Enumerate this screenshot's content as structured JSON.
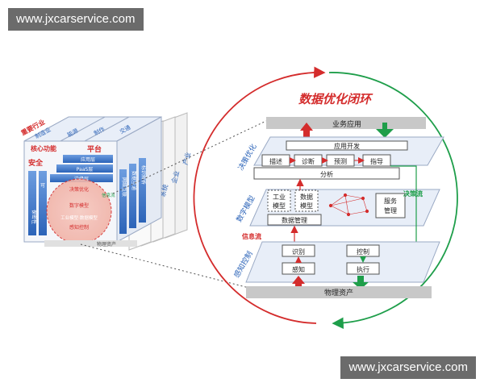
{
  "watermark": "www.jxcarservice.com",
  "left": {
    "top_labels": [
      "重要行业",
      "制造业",
      "能源",
      "制作",
      "交通"
    ],
    "core_label": "核心功能",
    "platform": "平台",
    "security": "安全",
    "network": "网络",
    "layers": [
      "应用层",
      "PaaS层",
      "边缘层"
    ],
    "columns": [
      "标识解析",
      "数据互通",
      "网络互联"
    ],
    "side_cols": [
      "可",
      "保密性"
    ],
    "circle_items": [
      "决策优化",
      "数字模型",
      "工业模型·数据模型",
      "感知控制"
    ],
    "circle_side": "信息流",
    "bottom": "物理资产",
    "side_labels": [
      "产业",
      "企业",
      "系统",
      "设备"
    ]
  },
  "right": {
    "title": "数据优化闭环",
    "business_app": "业务应用",
    "app_dev": "应用开发",
    "steps": [
      "描述",
      "诊断",
      "预测",
      "指导"
    ],
    "analysis": "分析",
    "decision_opt": "决策优化",
    "decision_flow": "决策流",
    "digital_model": "数字模型",
    "industrial_model": "工业模型",
    "data_model": "数据模型",
    "service_mgmt": "服务管理",
    "data_mgmt": "数据管理",
    "info_flow": "信息流",
    "perception": "感知控制",
    "identify": "识别",
    "control": "控制",
    "sense": "感知",
    "execute": "执行",
    "physical_assets": "物理资产"
  },
  "colors": {
    "red": "#d42c2c",
    "green": "#1e9e4a",
    "blue": "#2b63b8",
    "gray": "#c8c8c8"
  }
}
